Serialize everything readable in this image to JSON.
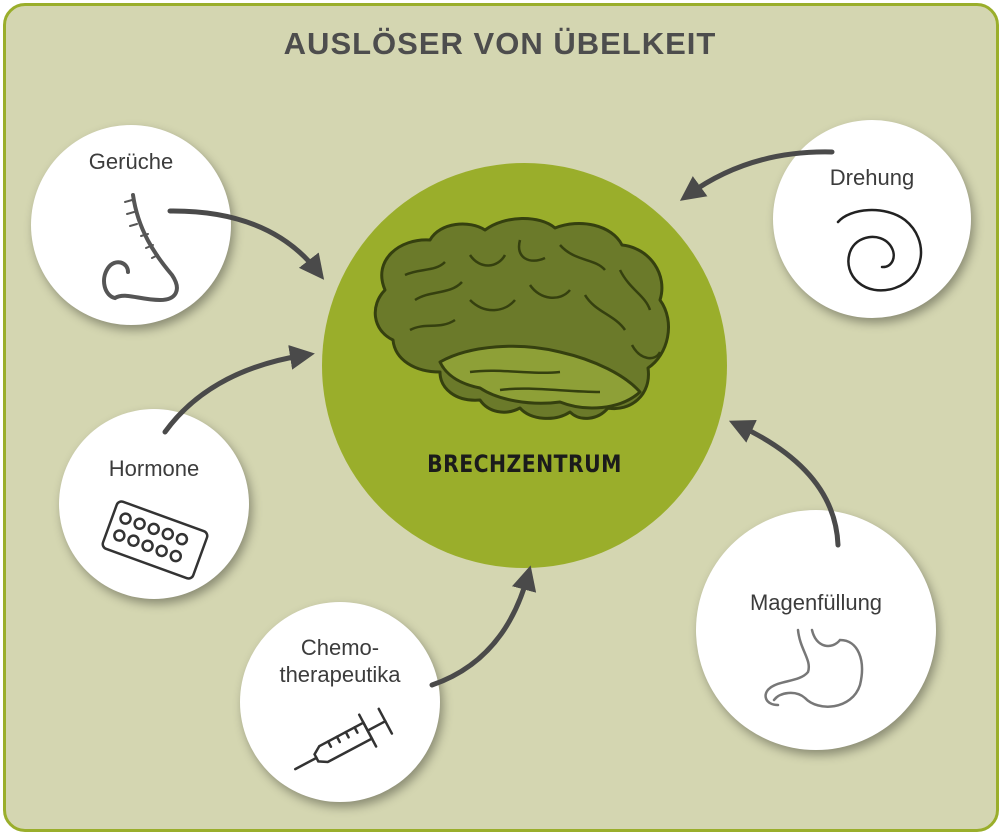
{
  "title": "AUSLÖSER VON ÜBELKEIT",
  "center": {
    "label": "BRECHZENTRUM",
    "icon": "brain-icon",
    "color": "#9aae2b"
  },
  "triggers": [
    {
      "label": "Gerüche",
      "icon": "nose-icon"
    },
    {
      "label": "Hormone",
      "icon": "pill-blister-icon"
    },
    {
      "label_line1": "Chemo-",
      "label_line2": "therapeutika",
      "icon": "syringe-icon"
    },
    {
      "label": "Magenfüllung",
      "icon": "stomach-icon"
    },
    {
      "label": "Drehung",
      "icon": "spiral-icon"
    }
  ],
  "colors": {
    "background": "#d4d6b1",
    "border": "#9aae2b",
    "arrow": "#4a4a4a",
    "brain_fill": "#6b7a2a"
  }
}
